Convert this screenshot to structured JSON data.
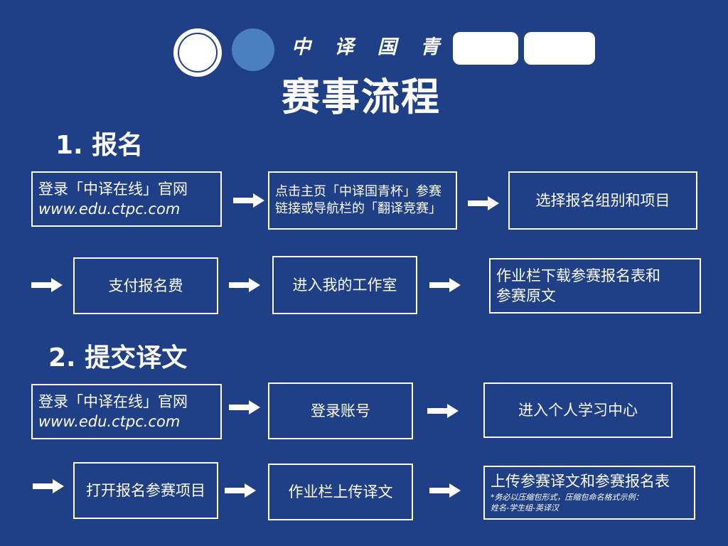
{
  "header": {
    "brand": "中 译 国 青 杯",
    "title": "赛事流程",
    "logos": [
      "ctpc-logo",
      "unitar-logo",
      "cifal-logo",
      "global-compact-logo"
    ]
  },
  "sections": [
    {
      "heading": "1. 报名",
      "steps": [
        {
          "line1": "登录「中译在线」官网",
          "line2": "www.edu.ctpc.com"
        },
        {
          "line1": "点击主页「中译国青杯」参赛",
          "line2": "链接或导航栏的「翻译竞赛」"
        },
        {
          "line1": "选择报名组别和项目"
        },
        {
          "line1": "支付报名费"
        },
        {
          "line1": "进入我的工作室"
        },
        {
          "line1": "作业栏下载参赛报名表和",
          "line2": "参赛原文"
        }
      ]
    },
    {
      "heading": "2. 提交译文",
      "steps": [
        {
          "line1": "登录「中译在线」官网",
          "line2": "www.edu.ctpc.com"
        },
        {
          "line1": "登录账号"
        },
        {
          "line1": "进入个人学习中心"
        },
        {
          "line1": "打开报名参赛项目"
        },
        {
          "line1": "作业栏上传译文"
        },
        {
          "line1": "上传参赛译文和参赛报名表",
          "note1": "*务必以压缩包形式，压缩包命名格式示例：",
          "note2": "姓名-学生组-英译汉"
        }
      ]
    }
  ]
}
